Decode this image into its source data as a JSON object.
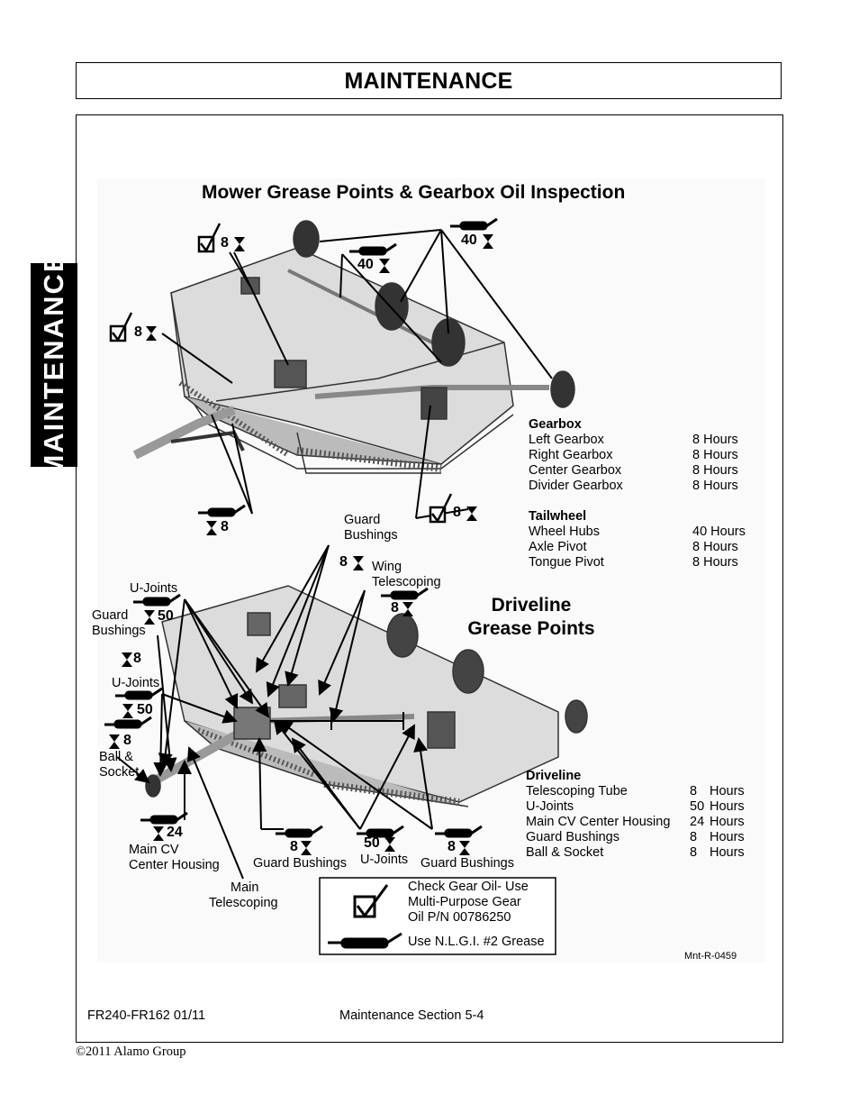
{
  "header": {
    "title": "MAINTENANCE"
  },
  "side_tab": {
    "label": "MAINTENANCE"
  },
  "figure": {
    "title": "Mower Grease Points & Gearbox Oil Inspection",
    "driveline_heading_1": "Driveline",
    "driveline_heading_2": "Grease Points",
    "top_callouts": {
      "check_8_a": "8",
      "check_8_b": "8",
      "grease_40_a": "40",
      "grease_40_b": "40",
      "grease_8_left": "8",
      "check_8_bottom": "8"
    },
    "gearbox_table": {
      "heading": "Gearbox",
      "rows": [
        {
          "item": "Left Gearbox",
          "interval": "8 Hours"
        },
        {
          "item": "Right Gearbox",
          "interval": "8 Hours"
        },
        {
          "item": "Center Gearbox",
          "interval": "8 Hours"
        },
        {
          "item": "Divider Gearbox",
          "interval": "8 Hours"
        }
      ]
    },
    "tailwheel_table": {
      "heading": "Tailwheel",
      "rows": [
        {
          "item": "Wheel Hubs",
          "interval": "40 Hours"
        },
        {
          "item": "Axle Pivot",
          "interval": "8 Hours"
        },
        {
          "item": "Tongue Pivot",
          "interval": "8 Hours"
        }
      ]
    },
    "driveline_table": {
      "heading": "Driveline",
      "rows": [
        {
          "item": "Telescoping Tube",
          "num": "8",
          "unit": "Hours"
        },
        {
          "item": "U-Joints",
          "num": "50",
          "unit": "Hours"
        },
        {
          "item": "Main CV Center Housing",
          "num": "24",
          "unit": "Hours"
        },
        {
          "item": "Guard Bushings",
          "num": "8",
          "unit": "Hours"
        },
        {
          "item": "Ball & Socket",
          "num": "8",
          "unit": "Hours"
        }
      ]
    },
    "driveline_labels": {
      "guard_bushings_top_1": "Guard",
      "guard_bushings_top_2": "Bushings",
      "guard_bushings_top_num": "8",
      "wing_tele_1": "Wing",
      "wing_tele_2": "Telescoping",
      "wing_tele_num": "8",
      "ujoints_1": "U-Joints",
      "ujoints_1_num": "50",
      "guard_left_1": "Guard",
      "guard_left_2": "Bushings",
      "guard_left_num": "8",
      "ujoints_2": "U-Joints",
      "ujoints_2_num": "50",
      "ball_num": "8",
      "ball_1": "Ball &",
      "ball_2": "Socket",
      "cv_num": "24",
      "cv_1": "Main CV",
      "cv_2": "Center Housing",
      "main_tele_1": "Main",
      "main_tele_2": "Telescoping",
      "bottom_gb_left_num": "8",
      "bottom_gb_left": "Guard Bushings",
      "bottom_uj_num": "50",
      "bottom_uj": "U-Joints",
      "bottom_gb_right_num": "8",
      "bottom_gb_right": "Guard Bushings"
    },
    "legend": {
      "check_1": "Check Gear Oil- Use",
      "check_2": "Multi-Purpose Gear",
      "check_3": "Oil P/N 00786250",
      "grease": "Use N.L.G.I. #2 Grease"
    },
    "figure_id": "Mnt-R-0459"
  },
  "footer": {
    "left": "FR240-FR162  01/11",
    "center": "Maintenance Section 5-4",
    "copyright": "©2011 Alamo Group"
  }
}
